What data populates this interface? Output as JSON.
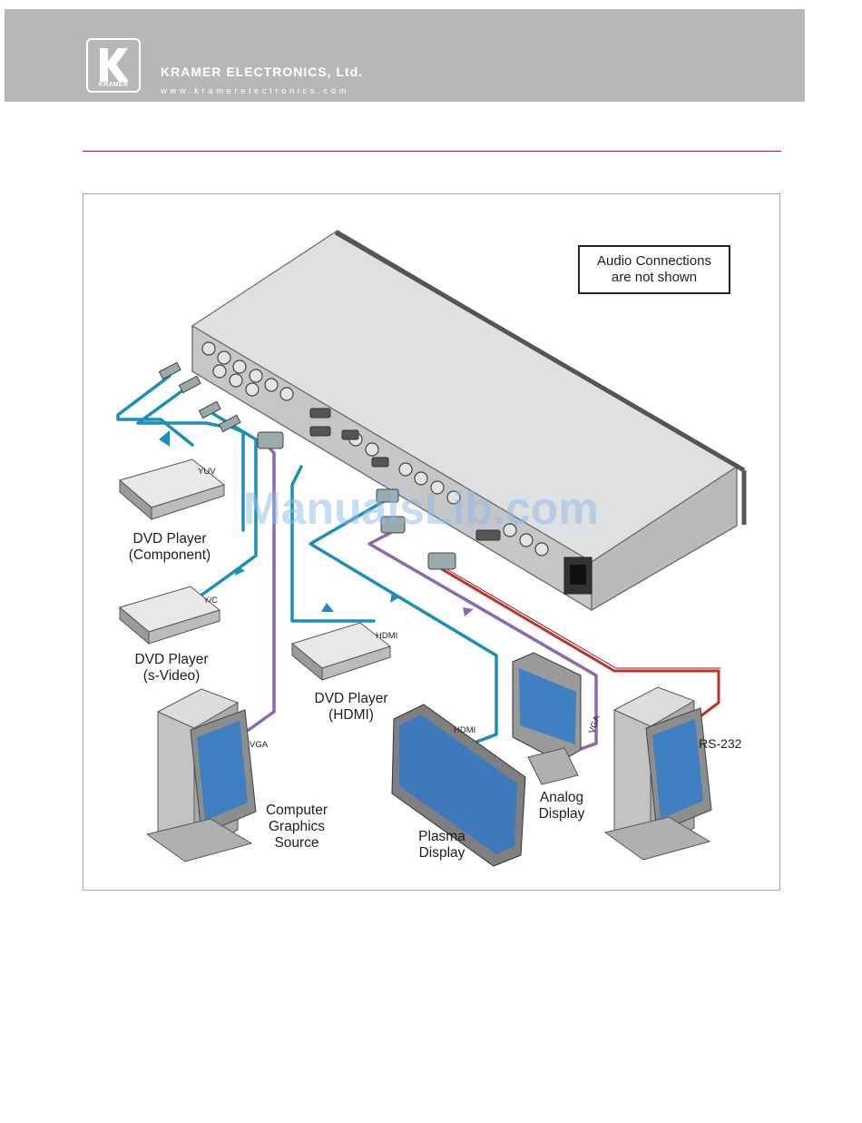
{
  "header": {
    "logo_glyph": "K",
    "logo_caption": "KRAMER",
    "company": "KRAMER ELECTRONICS, Ltd.",
    "website": "www.kramerelectronics.com",
    "background_color": "#b5b7b9",
    "rule_color": "#8a2352"
  },
  "diagram": {
    "note_line1": "Audio Connections",
    "note_line2": "are not shown",
    "dvd_component_line1": "DVD Player",
    "dvd_component_line2": "(Component)",
    "dvd_svideo_line1": "DVD Player",
    "dvd_svideo_line2": "(s-Video)",
    "dvd_hdmi_line1": "DVD Player",
    "dvd_hdmi_line2": "(HDMI)",
    "computer_line1": "Computer",
    "computer_line2": "Graphics",
    "computer_line3": "Source",
    "plasma_line1": "Plasma",
    "plasma_line2": "Display",
    "analog_line1": "Analog",
    "analog_line2": "Display",
    "cable_yuv": "YUV",
    "cable_yc": "Y/C",
    "cable_hdmi_in": "HDMI",
    "cable_hdmi_out": "HDMI",
    "cable_vga_in": "VGA",
    "cable_vga_out": "VGA",
    "rs232": "RS-232",
    "watermark": "ManualsLib.com",
    "cable_colors": {
      "video": "#1a8fb8",
      "vga": "#8a6aae",
      "rs232": "#c0302a"
    }
  }
}
